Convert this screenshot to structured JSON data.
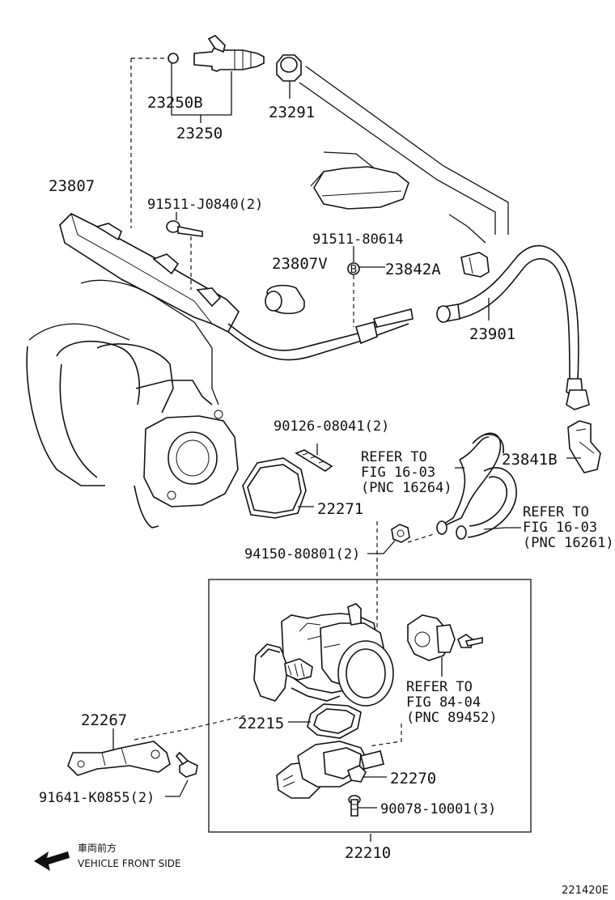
{
  "callouts": {
    "p23250b": "23250B",
    "p23250": "23250",
    "p23291": "23291",
    "p23807": "23807",
    "p91511j": "91511-J0840(2)",
    "p91511_8": "91511-80614",
    "p23807v": "23807V",
    "p23842a": "23842A",
    "p23901": "23901",
    "p90126": "90126-08041(2)",
    "p22271": "22271",
    "p23841b": "23841B",
    "p94150": "94150-80801(2)",
    "p22215": "22215",
    "p22267": "22267",
    "p91641": "91641-K0855(2)",
    "p22270": "22270",
    "p90078": "90078-10001(3)",
    "p22210": "22210"
  },
  "refs": {
    "r1": [
      "REFER TO",
      "FIG 16-03",
      "(PNC 16264)"
    ],
    "r2": [
      "REFER TO",
      "FIG 16-03",
      "(PNC 16261)"
    ],
    "r3": [
      "REFER TO",
      "FIG 84-04",
      "(PNC 89452)"
    ]
  },
  "bolt_mark": "B",
  "direction": {
    "japanese": "車両前方",
    "english": "VEHICLE FRONT SIDE"
  },
  "figure_code": "221420E"
}
